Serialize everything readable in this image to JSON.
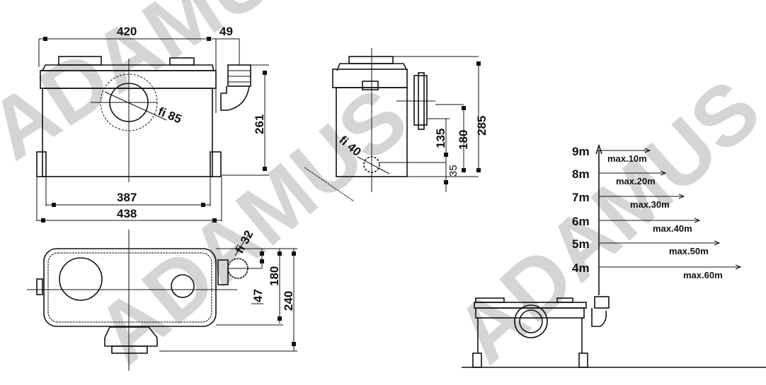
{
  "watermark": "ADAMUS",
  "front_view": {
    "width_top": "420",
    "outlet_offset": "49",
    "height": "261",
    "inlet_diameter": "fi 85",
    "feet_inner": "387",
    "feet_outer": "438"
  },
  "side_view": {
    "total_height": "285",
    "outlet_height": "180",
    "inlet_height": "135",
    "base_height": "35",
    "inlet_diameter": "fi 40"
  },
  "top_view": {
    "outlet_diameter": "fi 32",
    "offset_a": "47",
    "offset_b": "180",
    "depth": "240"
  },
  "head_chart": {
    "levels": [
      {
        "height": "9m",
        "max": "max.10m"
      },
      {
        "height": "8m",
        "max": "max.20m"
      },
      {
        "height": "7m",
        "max": "max.30m"
      },
      {
        "height": "6m",
        "max": "max.40m"
      },
      {
        "height": "5m",
        "max": "max.50m"
      },
      {
        "height": "4m",
        "max": "max.60m"
      }
    ]
  }
}
